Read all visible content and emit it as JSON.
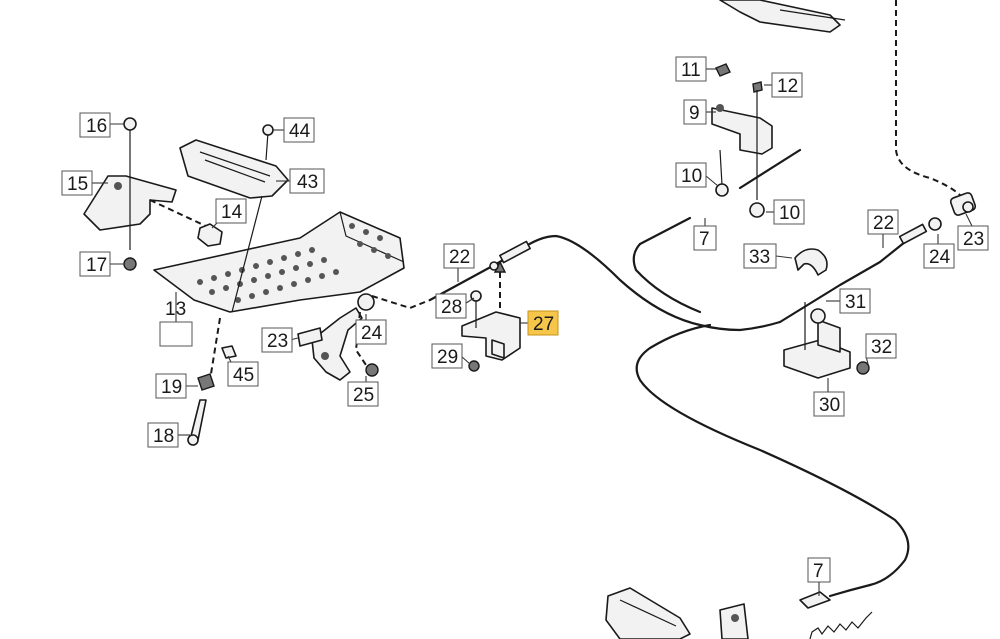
{
  "callouts": {
    "c7a": "7",
    "c7b": "7",
    "c9": "9",
    "c10a": "10",
    "c10b": "10",
    "c11": "11",
    "c12": "12",
    "c13": "13",
    "c14": "14",
    "c15": "15",
    "c16": "16",
    "c17": "17",
    "c18": "18",
    "c19": "19",
    "c22a": "22",
    "c22b": "22",
    "c23a": "23",
    "c23b": "23",
    "c24a": "24",
    "c24b": "24",
    "c25": "25",
    "c27": "27",
    "c28": "28",
    "c29": "29",
    "c30": "30",
    "c31": "31",
    "c32": "32",
    "c33": "33",
    "c43": "43",
    "c44": "44",
    "c45": "45"
  },
  "highlight_color": "#f6c64a"
}
